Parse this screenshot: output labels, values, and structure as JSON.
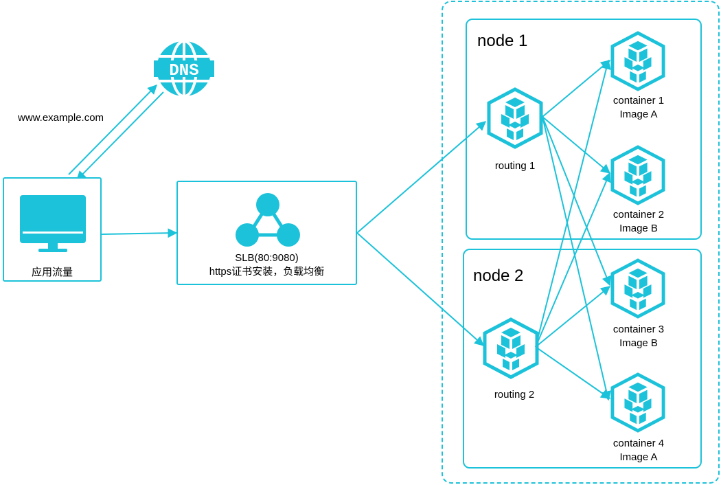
{
  "dns": {
    "text": "DNS",
    "url_label": "www.example.com"
  },
  "client": {
    "label": "应用流量"
  },
  "slb": {
    "line1": "SLB(80:9080)",
    "line2": "https证书安装，负载均衡"
  },
  "nodes": [
    {
      "title": "node 1",
      "routing": "routing 1"
    },
    {
      "title": "node 2",
      "routing": "routing 2"
    }
  ],
  "containers": [
    {
      "name": "container 1",
      "image": "Image A"
    },
    {
      "name": "container 2",
      "image": "Image B"
    },
    {
      "name": "container 3",
      "image": "Image B"
    },
    {
      "name": "container 4",
      "image": "Image A"
    }
  ],
  "colors": {
    "accent": "#1cc2d9",
    "accent_light": "#5fd3e5"
  }
}
